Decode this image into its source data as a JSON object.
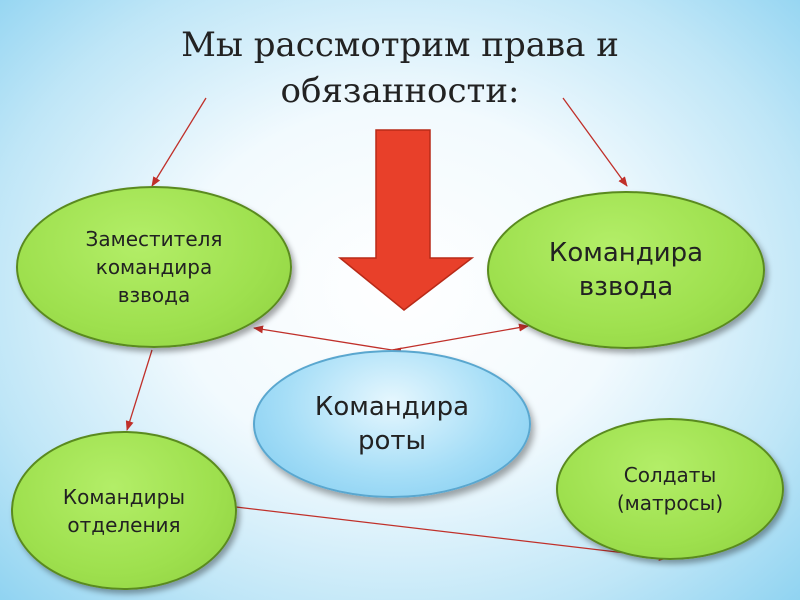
{
  "title": "Мы рассмотрим права и\nобязанности:",
  "nodes": {
    "deputy": "Заместителя\nкомандира\nвзвода",
    "platoon": "Командира\nвзвода",
    "company": "Командира\nроты",
    "squad": "Командиры\nотделения",
    "soldiers": "Солдаты\n(матросы)"
  },
  "colors": {
    "node_green": "#9ee04e",
    "node_blue": "#a6def7",
    "big_arrow": "#e8402a",
    "connector": "#c0302a"
  }
}
